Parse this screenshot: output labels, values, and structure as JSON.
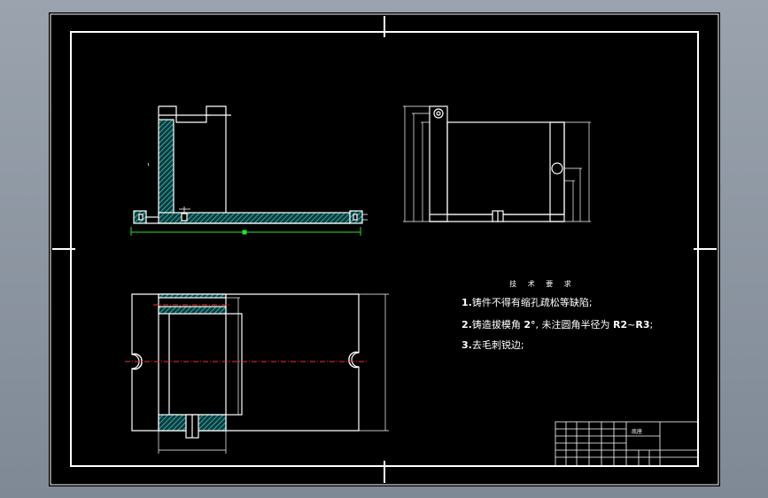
{
  "technical_requirements": {
    "title": "技 术 要 求",
    "items": [
      {
        "num": "1.",
        "text": "铸件不得有缩孔疏松等缺陷;"
      },
      {
        "num": "2.",
        "text_a": "铸造拔模角 ",
        "value": "2°",
        "text_b": ", 未注圆角半径为 ",
        "r1": "R2",
        "tilde": "~",
        "r2": "R3",
        "end": ";"
      },
      {
        "num": "3.",
        "text": "去毛刺锐边;"
      }
    ]
  },
  "title_block": {
    "part_name": "底座"
  },
  "colors": {
    "background": "#000000",
    "lines": "#ffffff",
    "hatch": "#3fc7c7",
    "centerline": "#ff2a2a",
    "dimension_green": "#2adf2a",
    "viewer_chrome": "#8d97a3"
  }
}
